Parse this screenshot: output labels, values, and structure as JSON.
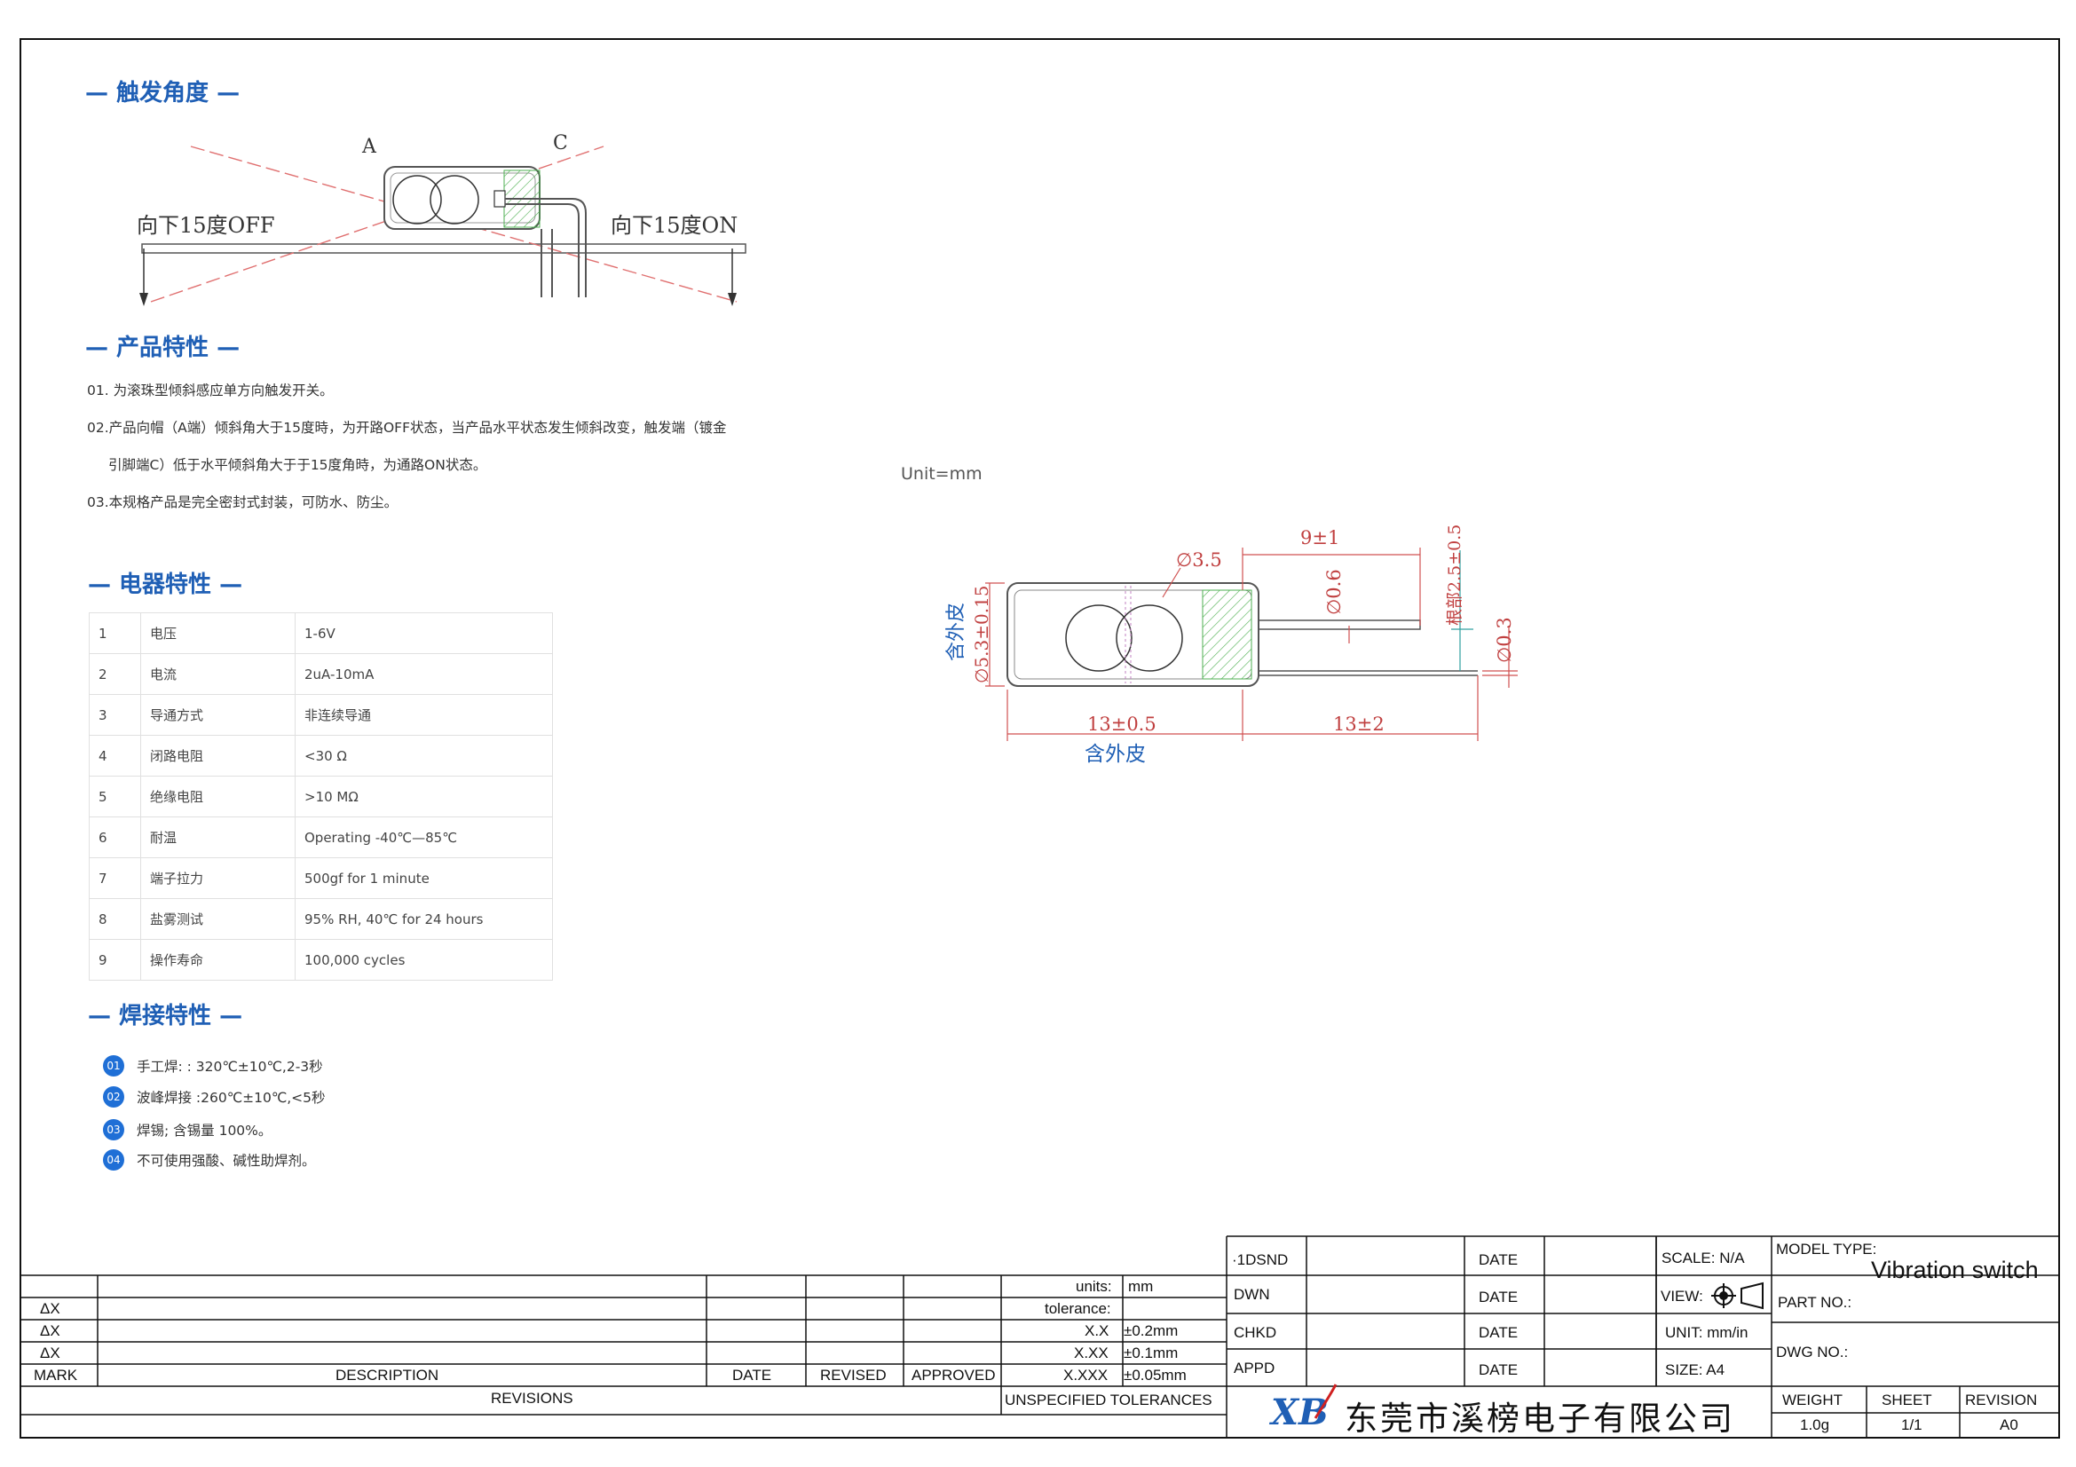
{
  "sections": {
    "trigger_angle": "— 触发角度 —",
    "product_features": "— 产品特性 —",
    "electrical": "— 电器特性 —",
    "welding": "— 焊接特性 —"
  },
  "trigger_diagram": {
    "label_a": "A",
    "label_c": "C",
    "label_off": "向下15度OFF",
    "label_on": "向下15度ON"
  },
  "features": [
    "01. 为滚珠型倾斜感应单方向触发开关。",
    "02.产品向帽（A端）倾斜角大于15度時，为开路OFF状态，当产品水平状态发生倾斜改变，触发端（镀金",
    "引脚端C）低于水平倾斜角大于于15度角時，为通路ON状态。",
    "03.本规格产品是完全密封式封装，可防水、防尘。"
  ],
  "electrical_table": [
    {
      "no": "1",
      "name": "电压",
      "value": "1-6V"
    },
    {
      "no": "2",
      "name": "电流",
      "value": "2uA-10mA"
    },
    {
      "no": "3",
      "name": "导通方式",
      "value": "非连续导通"
    },
    {
      "no": "4",
      "name": "闭路电阻",
      "value": "<30 Ω"
    },
    {
      "no": "5",
      "name": "绝缘电阻",
      "value": ">10 MΩ"
    },
    {
      "no": "6",
      "name": "耐温",
      "value": "Operating -40℃—85℃"
    },
    {
      "no": "7",
      "name": "端子拉力",
      "value": "500gf for 1 minute"
    },
    {
      "no": "8",
      "name": "盐雾测试",
      "value": "95% RH, 40℃ for 24 hours"
    },
    {
      "no": "9",
      "name": "操作寿命",
      "value": "100,000 cycles"
    }
  ],
  "welding": [
    {
      "badge": "01",
      "text": "手工焊: : 320℃±10℃,2-3秒"
    },
    {
      "badge": "02",
      "text": "波峰焊接 :260℃±10℃,<5秒"
    },
    {
      "badge": "03",
      "text": "焊锡; 含锡量 100%。"
    },
    {
      "badge": "04",
      "text": "不可使用强酸、碱性助焊剂。"
    }
  ],
  "drawing": {
    "unit": "Unit=mm",
    "dim_9": "9±1",
    "dim_d35": "∅3.5",
    "dim_d06": "∅0.6",
    "dim_root": "根部2.5±0.5",
    "dim_d03": "∅0.3",
    "dim_d53": "∅5.3±0.15",
    "dim_13a": "13±0.5",
    "dim_13b": "13±2",
    "incl_skin": "含外皮"
  },
  "title_block": {
    "revisions": {
      "mark_rows": [
        "ΔX",
        "ΔX",
        "ΔX"
      ],
      "mark": "MARK",
      "description": "DESCRIPTION",
      "date": "DATE",
      "revised": "REVISED",
      "approved": "APPROVED",
      "revisions": "REVISIONS"
    },
    "tolerance": {
      "units_label": "units:",
      "units_value": "mm",
      "tolerance_label": "tolerance:",
      "rows": [
        {
          "k": "X.X",
          "v": "±0.2mm"
        },
        {
          "k": "X.XX",
          "v": "±0.1mm"
        },
        {
          "k": "X.XXX",
          "v": "±0.05mm"
        }
      ],
      "unspecified": "UNSPECIFIED TOLERANCES"
    },
    "signoff": [
      {
        "role": "·1DSND",
        "date": "DATE"
      },
      {
        "role": "DWN",
        "date": "DATE"
      },
      {
        "role": "CHKD",
        "date": "DATE"
      },
      {
        "role": "APPD",
        "date": "DATE"
      }
    ],
    "scale": "SCALE: N/A",
    "view": "VIEW:",
    "unit": "UNIT: mm/in",
    "size": "SIZE: A4",
    "model_type_label": "MODEL TYPE:",
    "model_type_value": "Vibration switch",
    "part_no": "PART NO.:",
    "dwg_no": "DWG NO.:",
    "weight_label": "WEIGHT",
    "weight_value": "1.0g",
    "sheet_label": "SHEET",
    "sheet_value": "1/1",
    "revision_label": "REVISION",
    "revision_value": "A0",
    "company": "东莞市溪榜电子有限公司",
    "logo_letters": "XB"
  }
}
